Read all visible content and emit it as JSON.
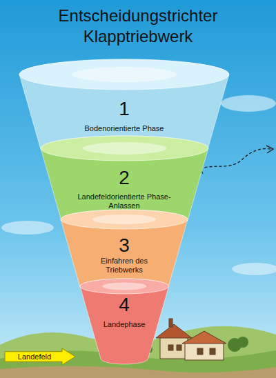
{
  "diagram": {
    "title": "Entscheidungstrichter Klapptriebwerk",
    "nodes": [
      {
        "text": [
          "1",
          "Bodenorientierte Phase"
        ]
      },
      {
        "text": [
          "2",
          "Landefeldorientierte Phase-Anlassen"
        ]
      },
      {
        "text": [
          "3",
          "Einfahren des Triebwerks"
        ]
      },
      {
        "text": [
          "4",
          "Landephase"
        ]
      },
      {
        "text": [
          "Landefeld"
        ]
      }
    ]
  }
}
